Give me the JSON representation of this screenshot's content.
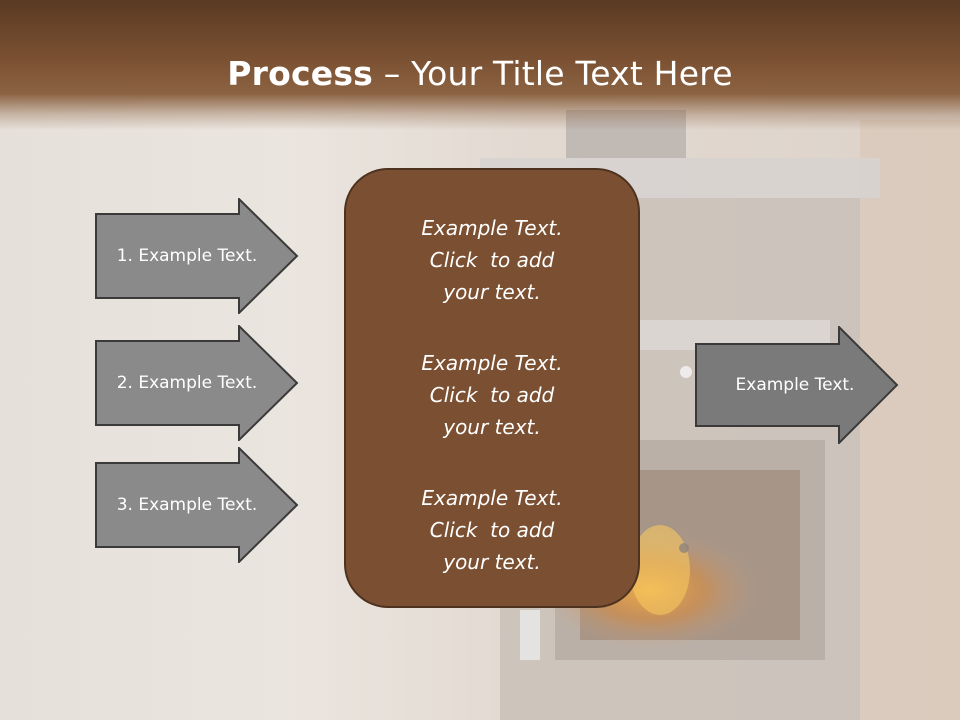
{
  "slide": {
    "title_bold": "Process",
    "title_rest": " – Your Title Text Here",
    "left_arrows": [
      {
        "label": "1. Example Text."
      },
      {
        "label": "2. Example Text."
      },
      {
        "label": "3. Example Text."
      }
    ],
    "center_box": {
      "blocks": [
        {
          "line1": "Example Text.",
          "line2": "Click  to add",
          "line3": "your text."
        },
        {
          "line1": "Example Text.",
          "line2": "Click  to add",
          "line3": "your text."
        },
        {
          "line1": "Example Text.",
          "line2": "Click  to add",
          "line3": "your text."
        }
      ]
    },
    "right_arrow": {
      "label": "Example Text."
    }
  },
  "colors": {
    "header": "#7a5032",
    "box_fill": "#7b5032",
    "box_border": "#4e3220",
    "arrow_fill": "#8a8a8a",
    "arrow_fill_right": "#7a7a7a",
    "arrow_stroke": "#3a3a3a"
  }
}
